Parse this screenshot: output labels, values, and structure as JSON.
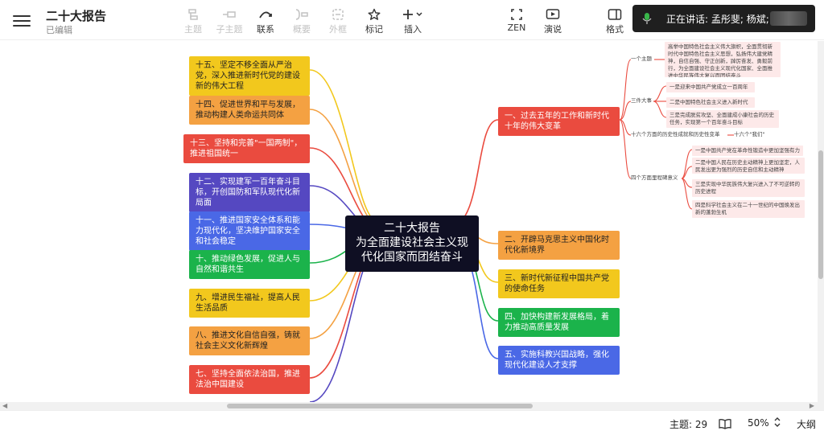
{
  "header": {
    "title": "二十大报告",
    "status": "已编辑"
  },
  "toolbar": [
    {
      "label": "主题",
      "icon": "topic-icon",
      "disabled": true
    },
    {
      "label": "子主题",
      "icon": "subtopic-icon",
      "disabled": true
    },
    {
      "label": "联系",
      "icon": "relationship-icon",
      "disabled": false
    },
    {
      "label": "概要",
      "icon": "summary-icon",
      "disabled": true
    },
    {
      "label": "外框",
      "icon": "boundary-icon",
      "disabled": true
    },
    {
      "label": "标记",
      "icon": "star-icon",
      "disabled": false
    },
    {
      "label": "插入",
      "icon": "plus-icon",
      "disabled": false
    },
    {
      "label": "ZEN",
      "icon": "zen-icon",
      "disabled": false
    },
    {
      "label": "演说",
      "icon": "pitch-icon",
      "disabled": false
    },
    {
      "label": "格式",
      "icon": "format-panel-icon",
      "disabled": false
    }
  ],
  "speaking": {
    "text": "正在讲话: 孟彤斐; 杨斌;"
  },
  "central": {
    "line1": "二十大报告",
    "line2": "为全面建设社会主义现",
    "line3": "代化国家而团结奋斗"
  },
  "left_topics": [
    {
      "text": "十五、坚定不移全面从严治党，深入推进新时代党的建设新的伟大工程",
      "color": "#f2c81d",
      "dark": true
    },
    {
      "text": "十四、促进世界和平与发展，推动构建人类命运共同体",
      "color": "#f4a142",
      "dark": true
    },
    {
      "text": "十三、坚持和完善\"一国两制\"，推进祖国统一",
      "color": "#ea4b3f",
      "dark": false
    },
    {
      "text": "十二、实现建军一百年奋斗目标，开创国防和军队现代化新局面",
      "color": "#5548c1",
      "dark": false
    },
    {
      "text": "十一、推进国家安全体系和能力现代化，坚决维护国家安全和社会稳定",
      "color": "#4a68e6",
      "dark": false
    },
    {
      "text": "十、推动绿色发展，促进人与自然和谐共生",
      "color": "#1bb34b",
      "dark": false
    },
    {
      "text": "九、增进民生福祉，提高人民生活品质",
      "color": "#f2c81d",
      "dark": true
    },
    {
      "text": "八、推进文化自信自强，铸就社会主义文化新辉煌",
      "color": "#f4a142",
      "dark": true
    },
    {
      "text": "七、坚持全面依法治国，推进法治中国建设",
      "color": "#ea4b3f",
      "dark": false
    }
  ],
  "right_topics": [
    {
      "text": "一、过去五年的工作和新时代十年的伟大变革",
      "color": "#ea4b3f",
      "dark": false
    },
    {
      "text": "二、开辟马克思主义中国化时代化新境界",
      "color": "#f4a142",
      "dark": true
    },
    {
      "text": "三、新时代新征程中国共产党的使命任务",
      "color": "#f2c81d",
      "dark": true
    },
    {
      "text": "四、加快构建新发展格局，着力推动高质量发展",
      "color": "#1bb34b",
      "dark": false
    },
    {
      "text": "五、实施科教兴国战略，强化现代化建设人才支撑",
      "color": "#4a68e6",
      "dark": false
    }
  ],
  "subtopics": {
    "a": "一个主题",
    "a_detail": "高举中国特色社会主义伟大旗帜，全面贯彻新时代中国特色社会主义思想，弘扬伟大建党精神，自信自强、守正创新，踔厉奋发、勇毅前行，为全面建设社会主义现代化国家、全面推进中华民族伟大复兴而团结奋斗",
    "b": "三件大事",
    "b1": "一是迎来中国共产党成立一百周年",
    "b2": "二是中国特色社会主义进入新时代",
    "b3": "三是完成脱贫攻坚、全面建成小康社会的历史任务，实现第一个百年奋斗目标",
    "c": "十六个方面的历史性成就和历史性变革",
    "c1": "十六个\"我们\"",
    "d": "四个方面里程碑意义",
    "d1": "一是中国共产党在革命性锻造中更加坚强有力",
    "d2": "二是中国人民在历史主动精神上更加坚定，人民发出更为强烈的历史自信和主动精神",
    "d3": "三是实现中华民族伟大复兴进入了不可逆转的历史进程",
    "d4": "四是科学社会主义在二十一世纪的中国焕发出新的蓬勃生机"
  },
  "statusbar": {
    "topics": "主题: 29",
    "zoom": "50%",
    "outline": "大纲"
  }
}
